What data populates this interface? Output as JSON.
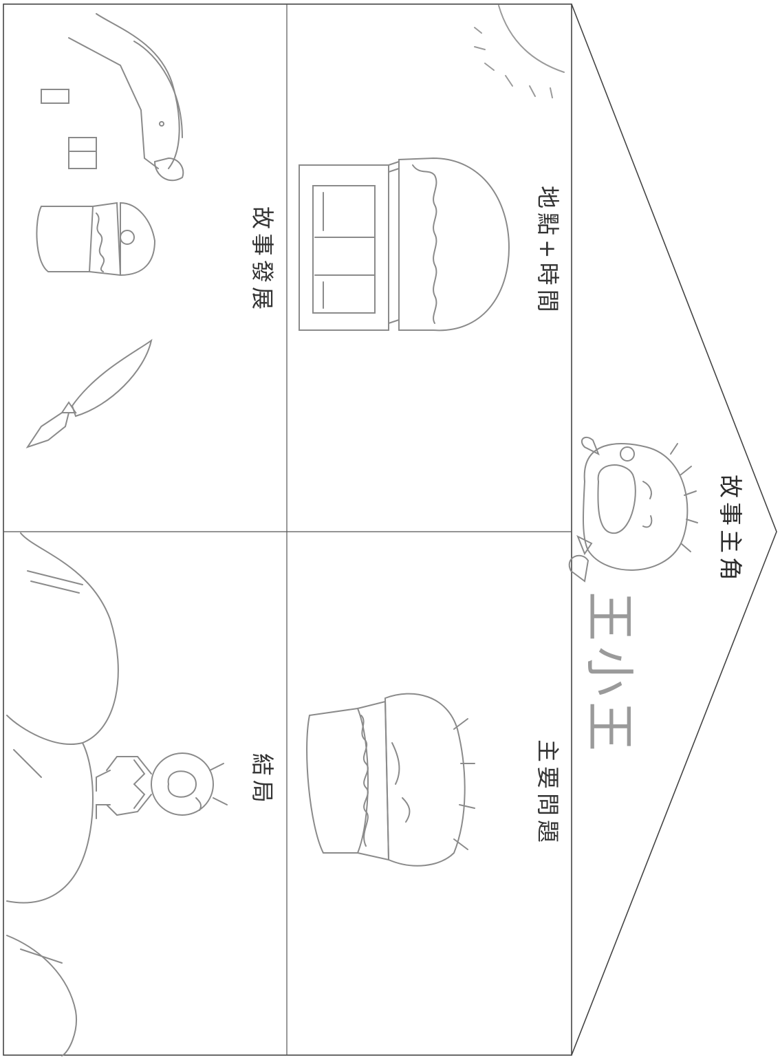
{
  "worksheet": {
    "roof_label": "故事主角",
    "character_name_handwritten": "王小王",
    "sections": {
      "setting": "地點+時間",
      "problem": "主要問題",
      "development": "故事發展",
      "ending": "結局"
    }
  },
  "drawings": {
    "roof": "smiling-child-drawing",
    "setting": "bakery-shop-drawing",
    "problem": "cake-drawing",
    "development": "knife-cake-and-hand-drawings",
    "ending": "child-and-hills-drawing"
  },
  "colors": {
    "frame": "#444444",
    "pencil": "#8a8a8a",
    "pencil_light": "#b8b8b8",
    "text": "#333333"
  }
}
